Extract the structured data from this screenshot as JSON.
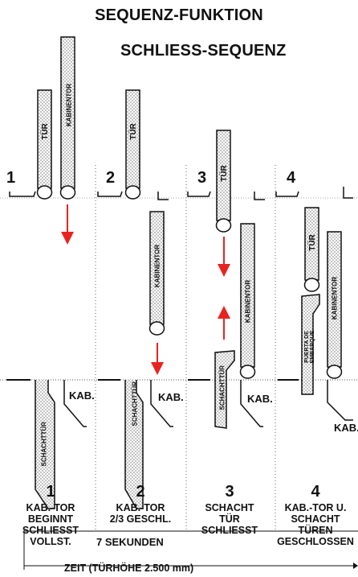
{
  "header": {
    "title": "SEQUENZ-FUNKTION",
    "subtitle": "SCHLIESS-SEQUENZ"
  },
  "steps": [
    {
      "num": "1",
      "caption_num": "1",
      "lines": [
        "KAB.-TOR",
        "BEGINNT",
        "SCHLIESST",
        "VOLLST."
      ]
    },
    {
      "num": "2",
      "caption_num": "2",
      "lines": [
        "KAB.-TOR",
        "2/3 GESCHL."
      ]
    },
    {
      "num": "3",
      "caption_num": "3",
      "lines": [
        "SCHACHT",
        "TÜR",
        "SCHLIESST"
      ]
    },
    {
      "num": "4",
      "caption_num": "4",
      "lines": [
        "KAB.-TOR U.",
        "SCHACHT",
        "TÜREN",
        "GESCHLOSSEN"
      ]
    }
  ],
  "door_labels": {
    "tuer": "TÜR",
    "kabinentor": "KABINENTOR",
    "schachttuer": "SCHACHTTÜR",
    "kab": "KAB.",
    "puerta": "PUERTA DE EMBARQUE"
  },
  "footer": {
    "duration": "7 SEKUNDEN",
    "axis": "ZEIT (TÜRHÖHE 2.500 mm)"
  },
  "colors": {
    "arrow": "#e8231f",
    "ink": "#111111"
  }
}
